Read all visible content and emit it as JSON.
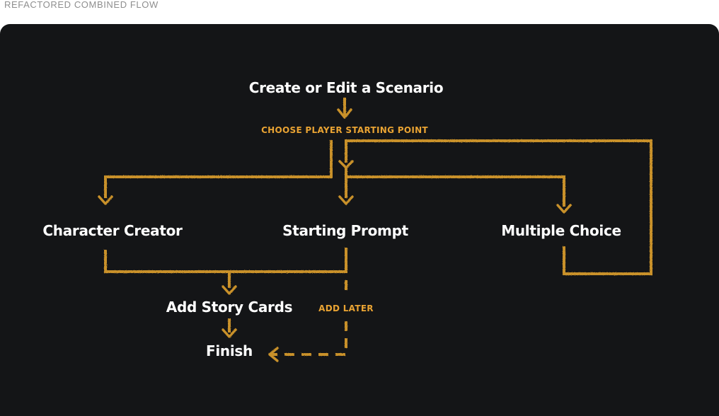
{
  "page_label": "REFACTORED COMBINED FLOW",
  "colors": {
    "panel_background": "#141517",
    "connector": "#c9912a",
    "tag_text": "#e9a333",
    "node_text": "#ffffff"
  },
  "nodes": {
    "create_or_edit": "Create or Edit a Scenario",
    "character_creator": "Character Creator",
    "starting_prompt": "Starting Prompt",
    "multiple_choice": "Multiple Choice",
    "add_story_cards": "Add Story Cards",
    "finish": "Finish"
  },
  "tags": {
    "choose_starting_point": "CHOOSE PLAYER STARTING POINT",
    "add_later": "ADD LATER"
  }
}
